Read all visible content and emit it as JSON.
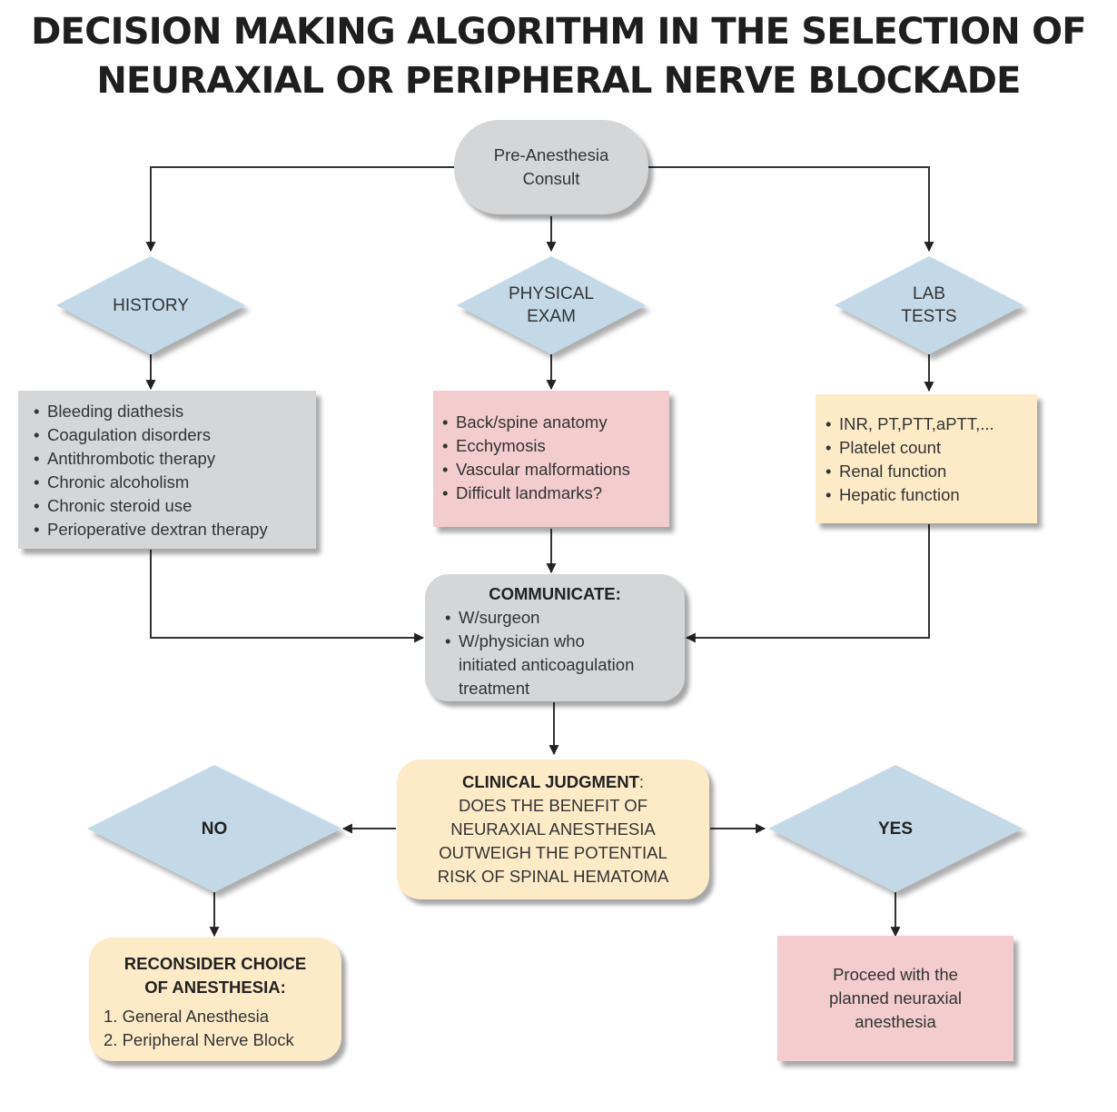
{
  "title": {
    "line1": "DECISION MAKING ALGORITHM IN THE SELECTION OF",
    "line2": "NEURAXIAL OR PERIPHERAL NERVE BLOCKADE"
  },
  "start": {
    "line1": "Pre-Anesthesia",
    "line2": "Consult"
  },
  "history": {
    "label": "HISTORY",
    "items": [
      "Bleeding diathesis",
      "Coagulation disorders",
      "Antithrombotic therapy",
      "Chronic alcoholism",
      "Chronic steroid use",
      "Perioperative dextran therapy"
    ]
  },
  "physical": {
    "line1": "PHYSICAL",
    "line2": "EXAM",
    "items": [
      "Back/spine anatomy",
      "Ecchymosis",
      "Vascular malformations",
      "Difficult  landmarks?"
    ]
  },
  "lab": {
    "line1": "LAB",
    "line2": "TESTS",
    "items": [
      "INR, PT,PTT,aPTT,...",
      "Platelet count",
      "Renal function",
      "Hepatic function"
    ]
  },
  "communicate": {
    "heading": "COMMUNICATE:",
    "item1": "W/surgeon",
    "item2_line1": "W/physician who",
    "item2_line2": "initiated anticoagulation",
    "item2_line3": "treatment"
  },
  "judgment": {
    "heading": "CLINICAL JUDGMENT",
    "colon": ":",
    "line1": "DOES THE BENEFIT OF",
    "line2": "NEURAXIAL ANESTHESIA",
    "line3": "OUTWEIGH THE POTENTIAL",
    "line4": "RISK OF SPINAL HEMATOMA"
  },
  "no": {
    "label": "NO"
  },
  "yes": {
    "label": "YES"
  },
  "reconsider": {
    "heading1": "RECONSIDER CHOICE",
    "heading2": "OF ANESTHESIA:",
    "items": [
      "1. General Anesthesia",
      "2. Peripheral Nerve Block"
    ]
  },
  "proceed": {
    "line1": "Proceed with the",
    "line2": "planned neuraxial",
    "line3": "anesthesia"
  },
  "colors": {
    "diamond": "#c4d9e7",
    "gray": "#d4d6d8",
    "pink": "#f3cccd",
    "cream": "#fdebc8",
    "line": "#333333"
  }
}
